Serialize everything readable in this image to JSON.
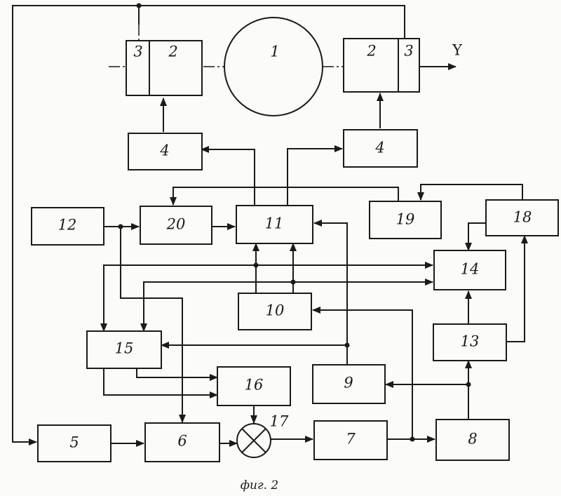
{
  "caption": "фиг. 2",
  "axis_label": "Y",
  "blocks": {
    "b1": "1",
    "b2_left": "2",
    "b3_left": "3",
    "b2_right": "2",
    "b3_right": "3",
    "b4_left": "4",
    "b4_right": "4",
    "b5": "5",
    "b6": "6",
    "b7": "7",
    "b8": "8",
    "b9": "9",
    "b10": "10",
    "b11": "11",
    "b12": "12",
    "b13": "13",
    "b14": "14",
    "b15": "15",
    "b16": "16",
    "b17": "17",
    "b18": "18",
    "b19": "19",
    "b20": "20"
  }
}
